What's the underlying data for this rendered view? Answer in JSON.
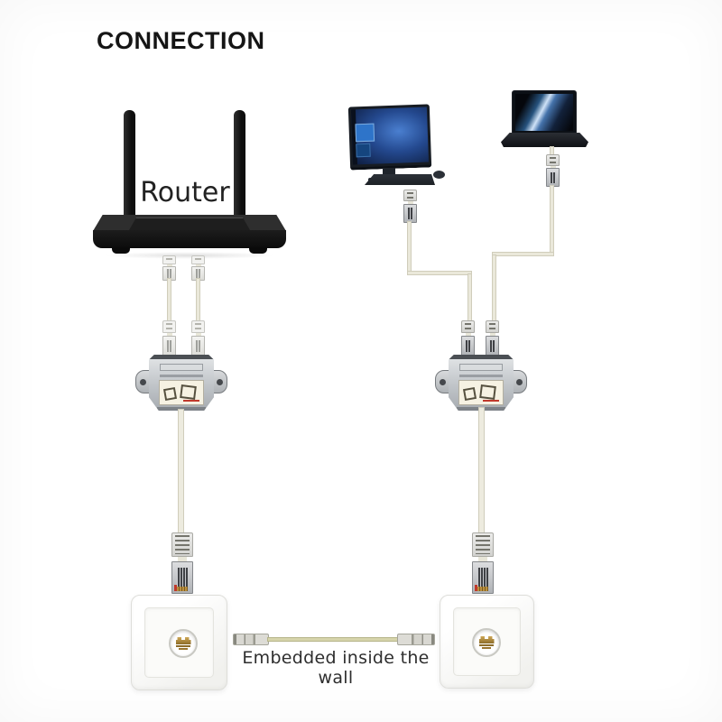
{
  "title": "CONNECTION",
  "router": {
    "label": "Router"
  },
  "bottom": {
    "wall_note": "Embedded inside the wall"
  },
  "devices": {
    "router_icon": "wifi-router",
    "desktop_icon": "desktop-computer",
    "laptop_icon": "laptop",
    "splitter_icon": "ethernet-splitter-coupler",
    "wall_outlet_icon": "rj45-wall-outlet",
    "plug_icon": "rj45-plug",
    "cable_icon": "ethernet-cable"
  },
  "colors": {
    "background": "#ffffff",
    "cable": "#eae8da",
    "cable_border": "#d0cdbb",
    "wall_cable": "#d6d4ab",
    "splitter_metal": "#c6cace",
    "router_black": "#141414",
    "jack_gold": "#a8822f",
    "label_accent_red": "#c0392b",
    "screen_blue": "#2e74c9"
  }
}
